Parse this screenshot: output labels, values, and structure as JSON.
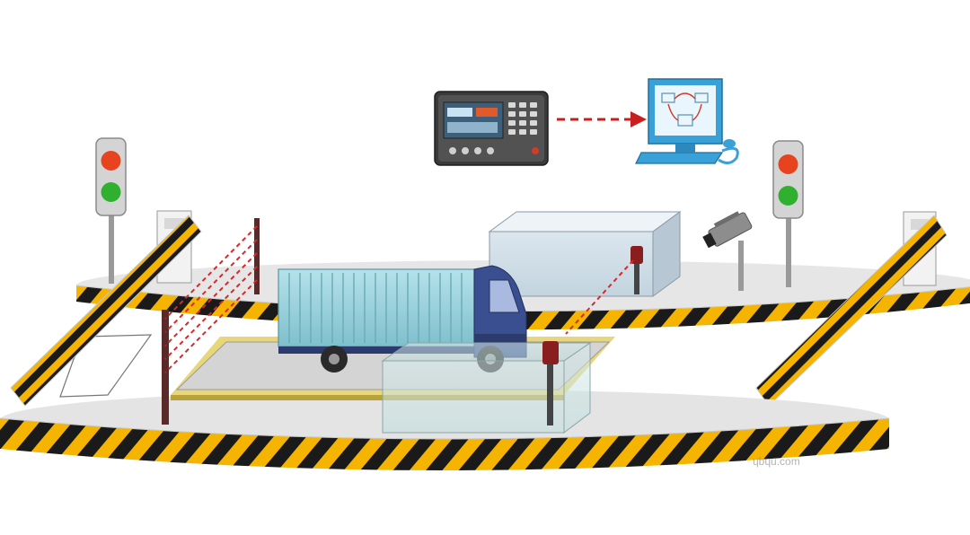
{
  "diagram": {
    "components": [
      {
        "id": "weighing-indicator",
        "icon": "weighing-indicator-icon"
      },
      {
        "id": "computer",
        "icon": "computer-icon"
      },
      {
        "id": "traffic-light-left",
        "icon": "traffic-light-icon"
      },
      {
        "id": "traffic-light-right",
        "icon": "traffic-light-icon"
      },
      {
        "id": "barrier-gate-left",
        "icon": "barrier-gate-icon"
      },
      {
        "id": "barrier-gate-right",
        "icon": "barrier-gate-icon"
      },
      {
        "id": "infrared-grating",
        "icon": "light-curtain-icon"
      },
      {
        "id": "surveillance-camera",
        "icon": "cctv-camera-icon"
      },
      {
        "id": "truck",
        "icon": "container-truck-icon"
      },
      {
        "id": "weighbridge",
        "icon": "weighbridge-platform-icon"
      }
    ],
    "connections": [
      {
        "from": "weighing-indicator",
        "to": "computer",
        "style": "dashed-arrow"
      }
    ],
    "colors": {
      "hazard_yellow": "#f5b400",
      "hazard_black": "#1a1a1a",
      "signal_red": "#e8431f",
      "signal_green": "#2fb12f",
      "arrow_red": "#c81e1e",
      "truck_cab": "#3a4f8f",
      "container": "#9fd3dc"
    },
    "watermark": "ɥbɥu.com"
  }
}
